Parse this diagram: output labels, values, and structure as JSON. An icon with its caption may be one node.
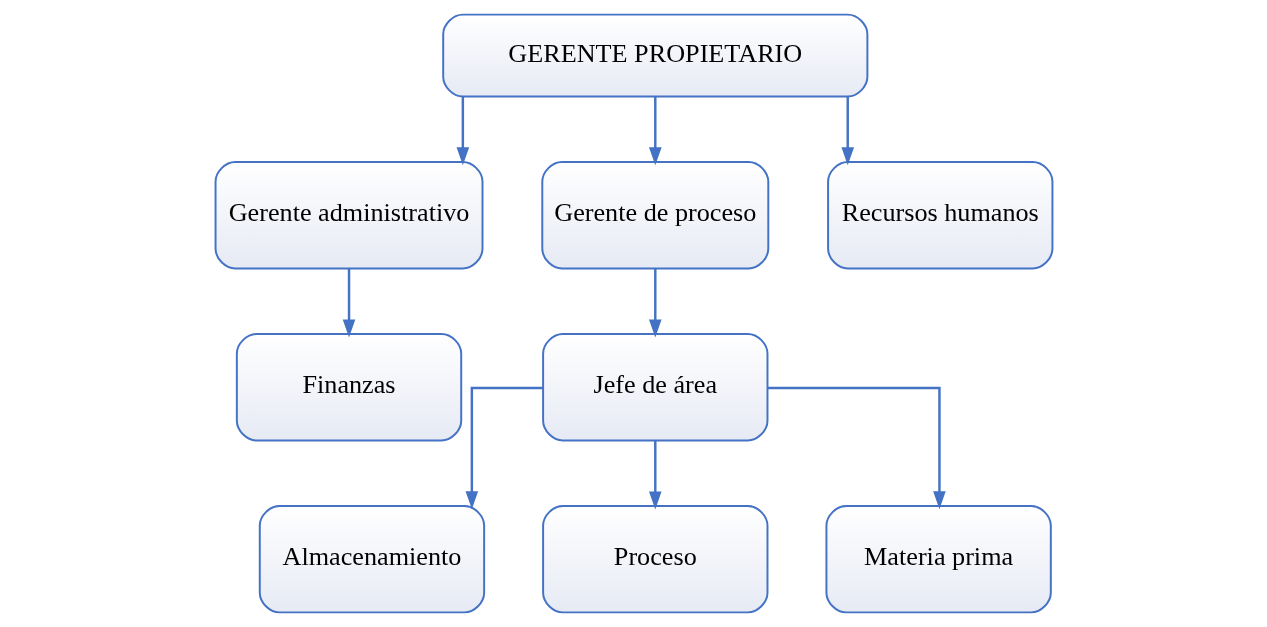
{
  "diagram": {
    "nodes": [
      {
        "text": [
          "GERENTE PROPIETARIO"
        ]
      },
      {
        "text": [
          "Gerente administrativo"
        ]
      },
      {
        "text": [
          "Gerente de proceso"
        ]
      },
      {
        "text": [
          "Recursos humanos"
        ]
      },
      {
        "text": [
          "Finanzas"
        ]
      },
      {
        "text": [
          "Jefe de área"
        ]
      },
      {
        "text": [
          "Almacenamiento"
        ]
      },
      {
        "text": [
          "Proceso"
        ]
      },
      {
        "text": [
          "Materia prima"
        ]
      }
    ],
    "edges": [
      {
        "from": 0,
        "to": 1,
        "arrow": "to"
      },
      {
        "from": 0,
        "to": 2,
        "arrow": "to"
      },
      {
        "from": 0,
        "to": 3,
        "arrow": "to"
      },
      {
        "from": 1,
        "to": 4,
        "arrow": "to"
      },
      {
        "from": 2,
        "to": 5,
        "arrow": "to"
      },
      {
        "from": 5,
        "to": 6,
        "arrow": "to"
      },
      {
        "from": 5,
        "to": 8,
        "arrow": "to"
      },
      {
        "from": 5,
        "to": 7,
        "arrow": "to"
      }
    ]
  }
}
